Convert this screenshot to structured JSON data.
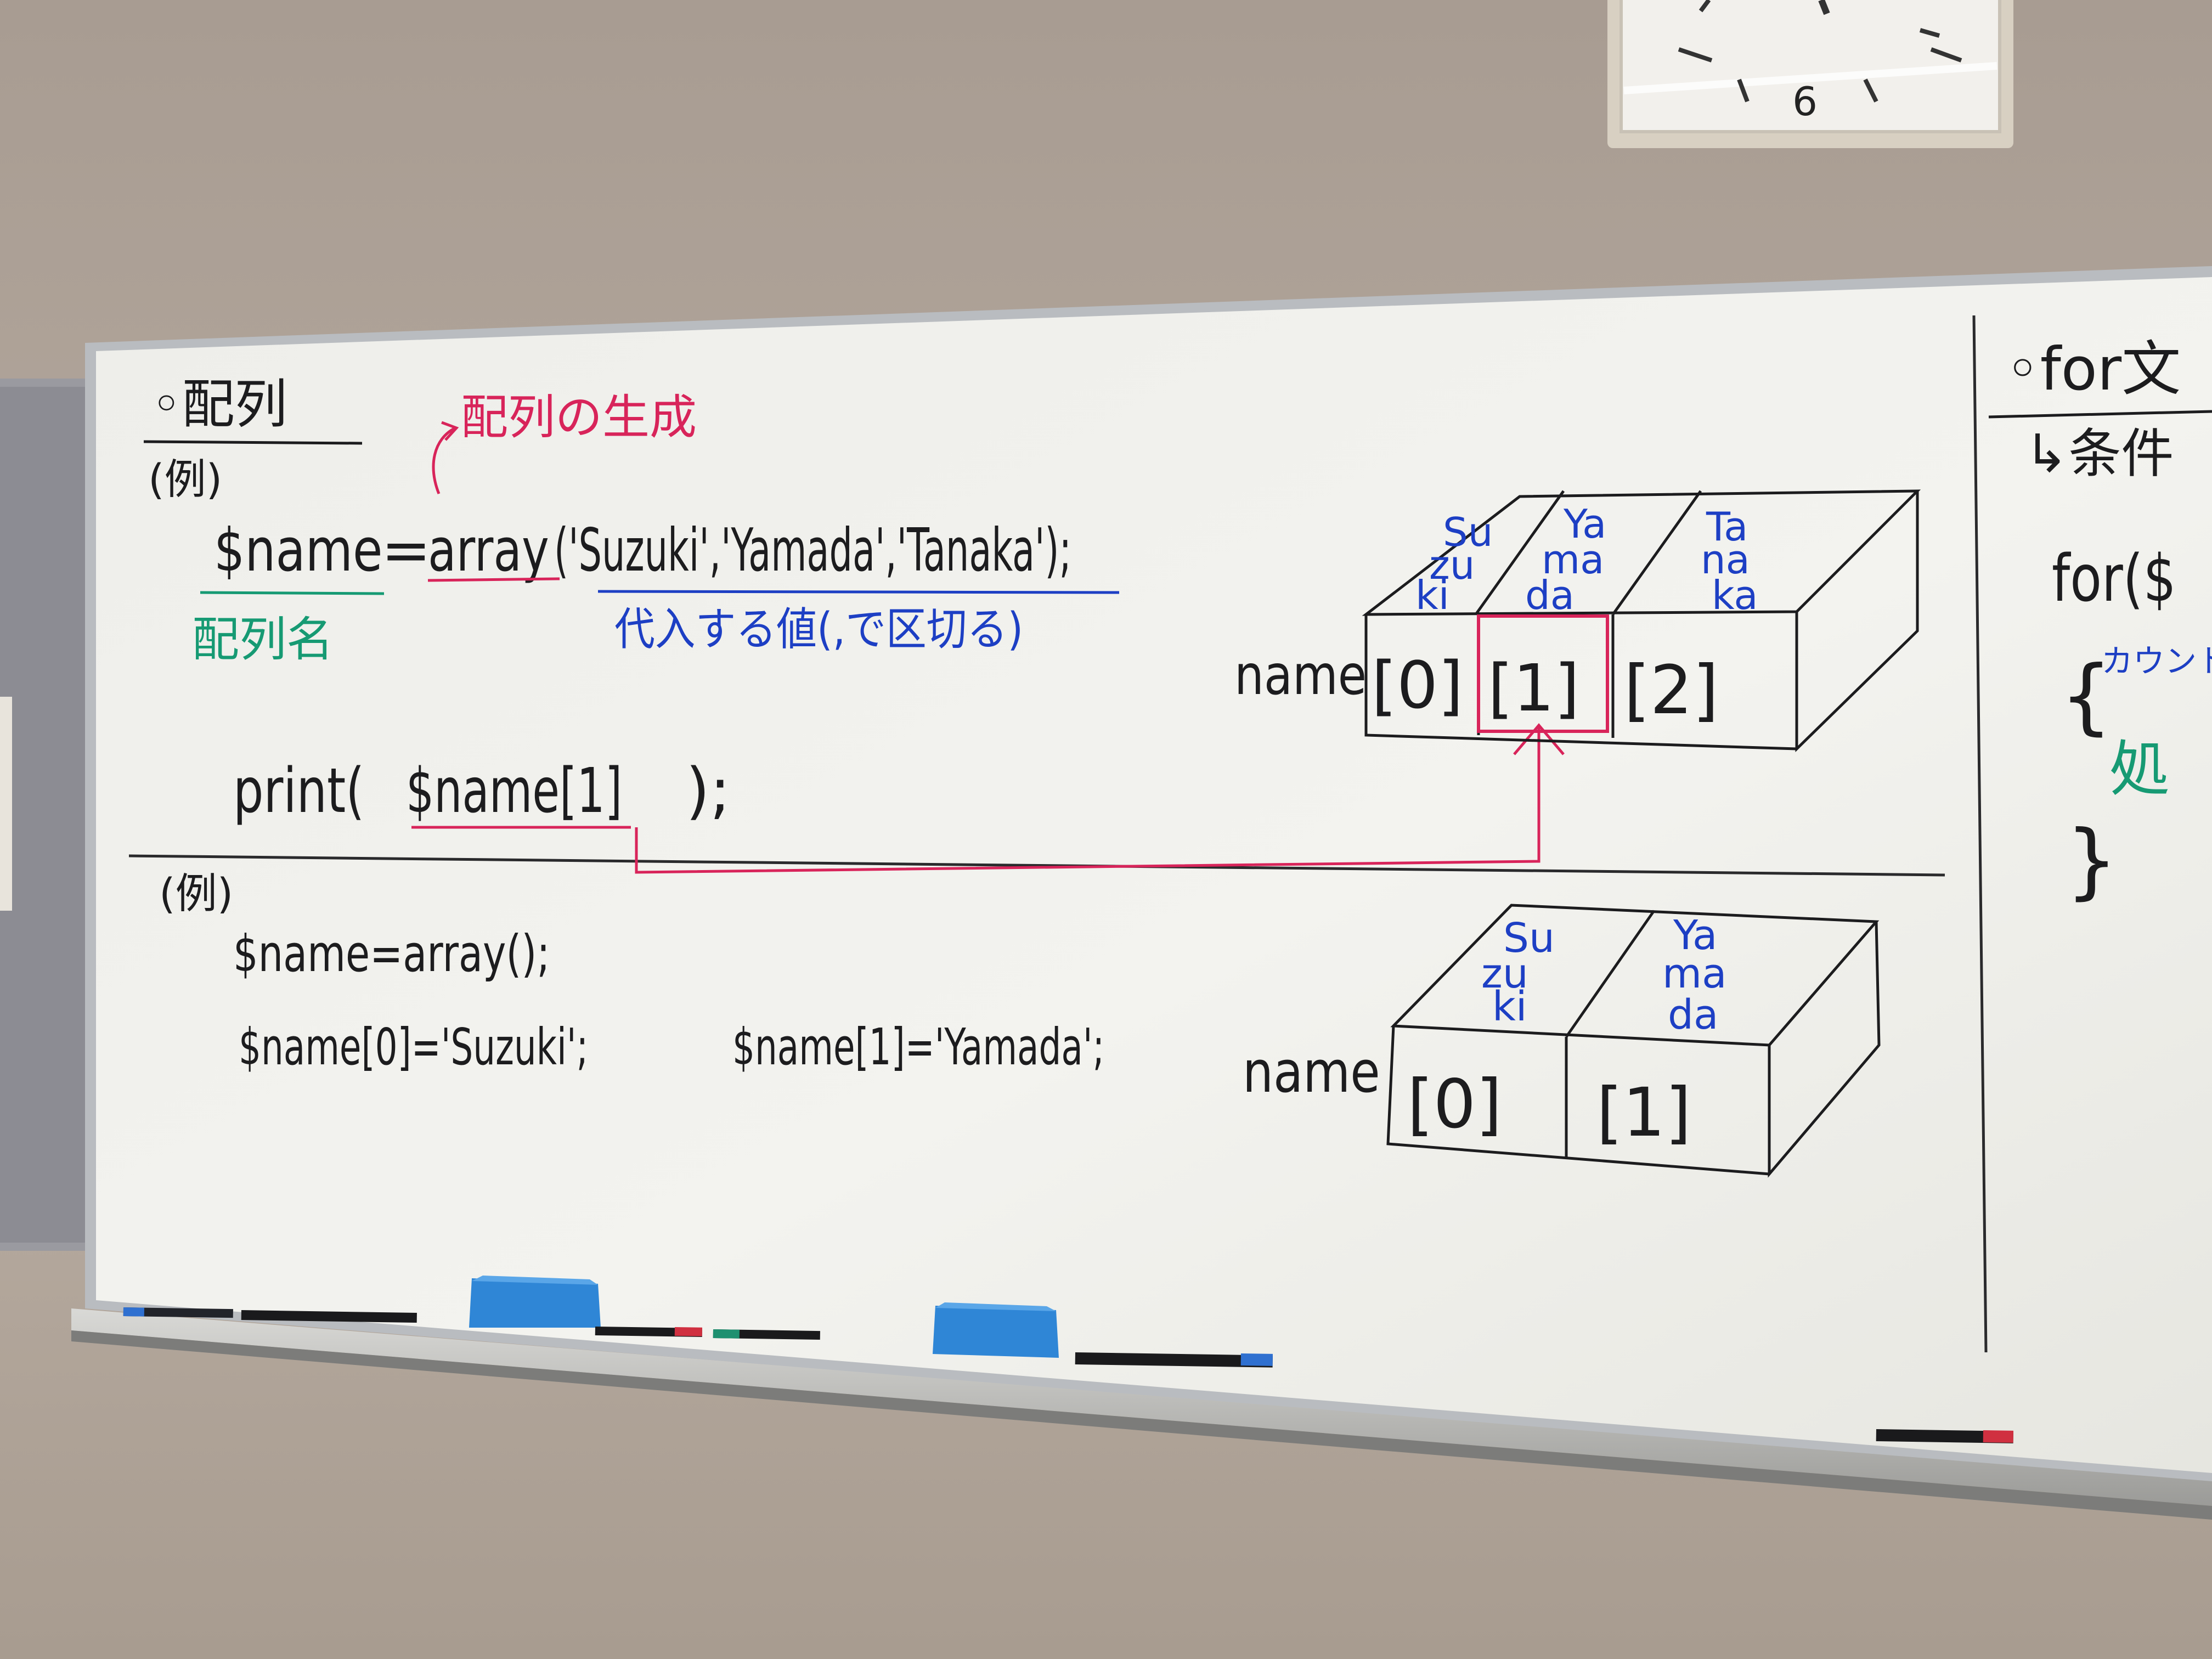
{
  "clock": {
    "numeral": "6"
  },
  "board": {
    "section_array": {
      "heading": "◦配列",
      "example1_label": "(例)",
      "create_note": "配列の生成",
      "assign_line": {
        "var": "$name",
        "equals": "=",
        "func": "array",
        "args": "('Suzuki','Yamada','Tanaka');"
      },
      "array_name_label": "配列名",
      "values_note": "代入する値(,で区切る)",
      "print_line": {
        "prefix": "print(",
        "arg": "$name[1]",
        "suffix": ");"
      },
      "example2_label": "(例)",
      "line2a": "$name=array();",
      "line2b": "$name[0]='Suzuki';",
      "line2c": "$name[1]='Yamada';"
    },
    "diagram1": {
      "label": "name",
      "slots": [
        "[0]",
        "[1]",
        "[2]"
      ],
      "values": [
        [
          "Su",
          "zu",
          "ki"
        ],
        [
          "Ya",
          "ma",
          "da"
        ],
        [
          "Ta",
          "na",
          "ka"
        ]
      ]
    },
    "diagram2": {
      "label": "name",
      "slots": [
        "[0]",
        "[1]"
      ],
      "values": [
        [
          "Su",
          "zu",
          "ki"
        ],
        [
          "Ya",
          "ma",
          "da"
        ]
      ]
    },
    "section_for": {
      "heading": "◦for文",
      "subheading": "↳条件",
      "code": "for($",
      "count_note": "カウント",
      "brace_open": "{",
      "process": "処",
      "brace_close": "}"
    }
  },
  "colors": {
    "ink_black": "#1c1c1e",
    "ink_red": "#d8245a",
    "ink_blue": "#1d3fc4",
    "ink_green": "#169a73",
    "eraser_blue": "#2f86d6"
  }
}
